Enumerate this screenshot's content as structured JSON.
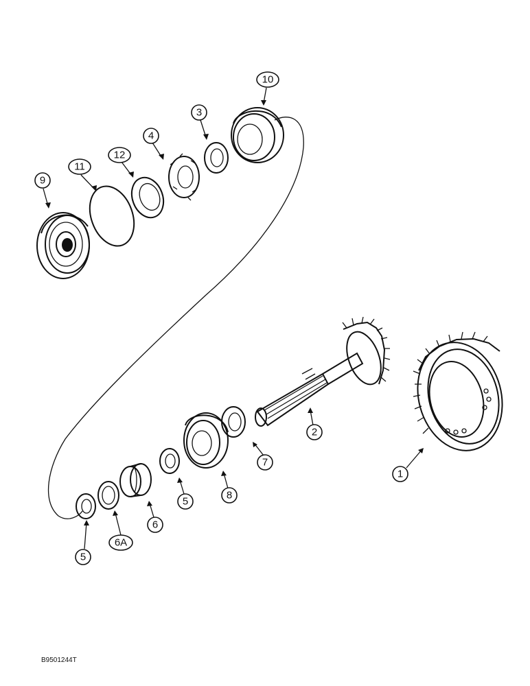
{
  "callouts": [
    "1",
    "2",
    "3",
    "4",
    "5",
    "5",
    "6",
    "6A",
    "7",
    "8",
    "9",
    "10",
    "11",
    "12"
  ],
  "drawing_code": "B9501244T"
}
